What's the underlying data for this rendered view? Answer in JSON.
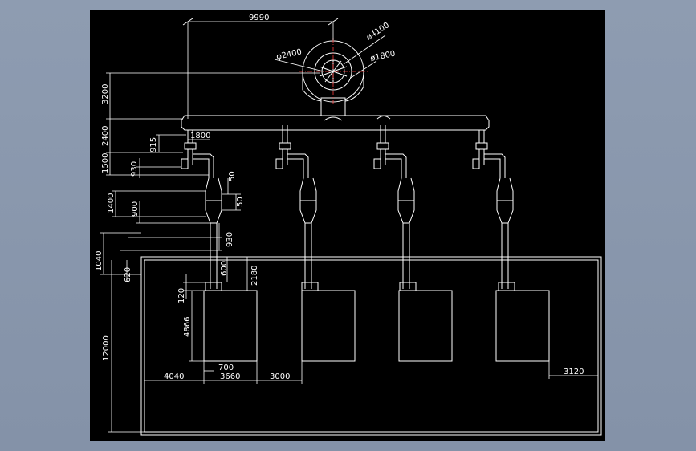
{
  "drawing": {
    "colors": {
      "background": "#000000",
      "frame": "#8896ab",
      "line": "#ffffff",
      "centerline": "#ff3b3b"
    },
    "dims": {
      "top_width": "9990",
      "d4100": "ø4100",
      "d2400": "φ2400",
      "d1800": "ø1800",
      "h3200": "3200",
      "h2400": "2400",
      "h1500": "1500",
      "w1800": "1800",
      "h915": "915",
      "h930a": "930",
      "h1400": "1400",
      "h900": "900",
      "h50a": "50",
      "h50b": "50",
      "h930b": "930",
      "h1040": "1040",
      "h620": "620",
      "h600": "600",
      "h2180": "2180",
      "h120": "120",
      "h4866": "4866",
      "h12000": "12000",
      "w700": "700",
      "w4040": "4040",
      "w3660": "3660",
      "w3000": "3000",
      "w3120": "3120"
    }
  }
}
